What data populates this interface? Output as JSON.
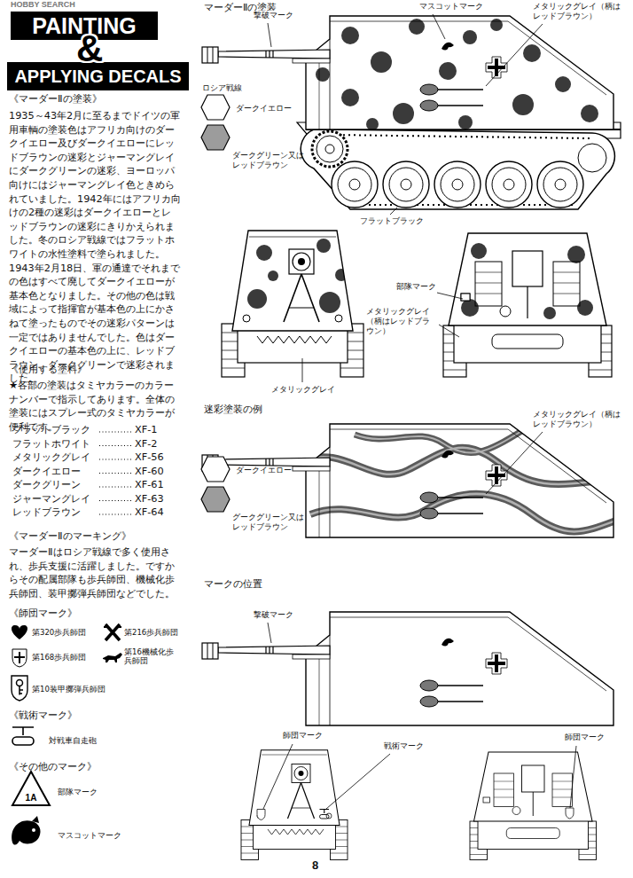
{
  "diagram": {
    "nodes": [
      {
        "text": [
          "PAINTING"
        ]
      },
      {
        "text": [
          "APPLYING DECALS"
        ]
      },
      {
        "text": [
          "1A"
        ]
      }
    ],
    "labels": [
      "HOBBY SEARCH",
      "&",
      "《マーダーⅡの塗装》",
      "1935～43年2月に至るまでドイツの軍用車輌の塗装色はアフリカ向けのダークイエロー及びダークイエローにレッドブラウンの迷彩とジャーマングレイにダークグリーンの迷彩、ヨーロッパ向けにはジャーマングレイ色ときめられていました。1942年にはアフリカ向けの2種の迷彩はダークイエローとレッドブラウンの迷彩にきりかえられました。冬のロシア戦線ではフラットホワイトの水性塗料で塗られました。1943年2月18日、軍の通達でそれまでの色はすべて廃してダークイエローが基本色となりました。その他の色は戦域によって指揮官が基本色の上にかさねて塗ったものでその迷彩パターンは一定ではありませんでした。色はダークイエローの基本色の上に、レッドブラウン、ダークグリーンで迷彩されました。",
      "《使用する塗料》",
      "★各部の塗装はタミヤカラーのカラーナンバーで指示してあります。全体の塗装にはスプレー式のタミヤカラーが便利です。",
      "フラットブラック",
      "XF-1",
      "フラットホワイト",
      "XF-2",
      "メタリックグレイ",
      "XF-56",
      "ダークイエロー",
      "XF-60",
      "ダークグリーン",
      "XF-61",
      "ジャーマングレイ",
      "XF-63",
      "レッドブラウン",
      "XF-64",
      "《マーダーⅡのマーキング》",
      "マーダーⅡはロシア戦線で多く使用され、歩兵支援に活躍しました。ですからその配属部隊も歩兵師団、機械化歩兵師団、装甲擲弾兵師団などでした。",
      "《師団マーク》",
      "第320歩兵師団",
      "第216歩兵師団",
      "第168歩兵師団",
      "第16機械化歩兵師団",
      "第10装甲擲弾兵師団",
      "《戦術マーク》",
      "対戦車自走砲",
      "《その他のマーク》",
      "部隊マーク",
      "マスコットマーク",
      "マーダーⅡの塗装",
      "撃破マーク",
      "マスコットマーク",
      "メタリックグレイ（柄はレッドブラウン）",
      "ロシア戦線",
      "フラットブラック",
      "部隊マーク",
      "メタリックグレイ（柄はレッドブラウン）",
      "メタリックグレイ",
      "迷彩塗装の例",
      "メタリックグレイ（柄はレッドブラウン）",
      "マークの位置",
      "撃破マーク",
      "師団マーク",
      "戦術マーク",
      "師団マーク",
      "8"
    ],
    "legend": [
      {
        "text": "ダークイエロー",
        "color": "#ffffff"
      },
      {
        "text": "ダークグリーン又はレッドブラウン",
        "color": "#9c9c9c"
      },
      {
        "text": "ダークイエロー",
        "color": "#ffffff"
      },
      {
        "text": "グークグリーン又はレッドブラウン",
        "color": "#9c9c9c"
      }
    ]
  }
}
